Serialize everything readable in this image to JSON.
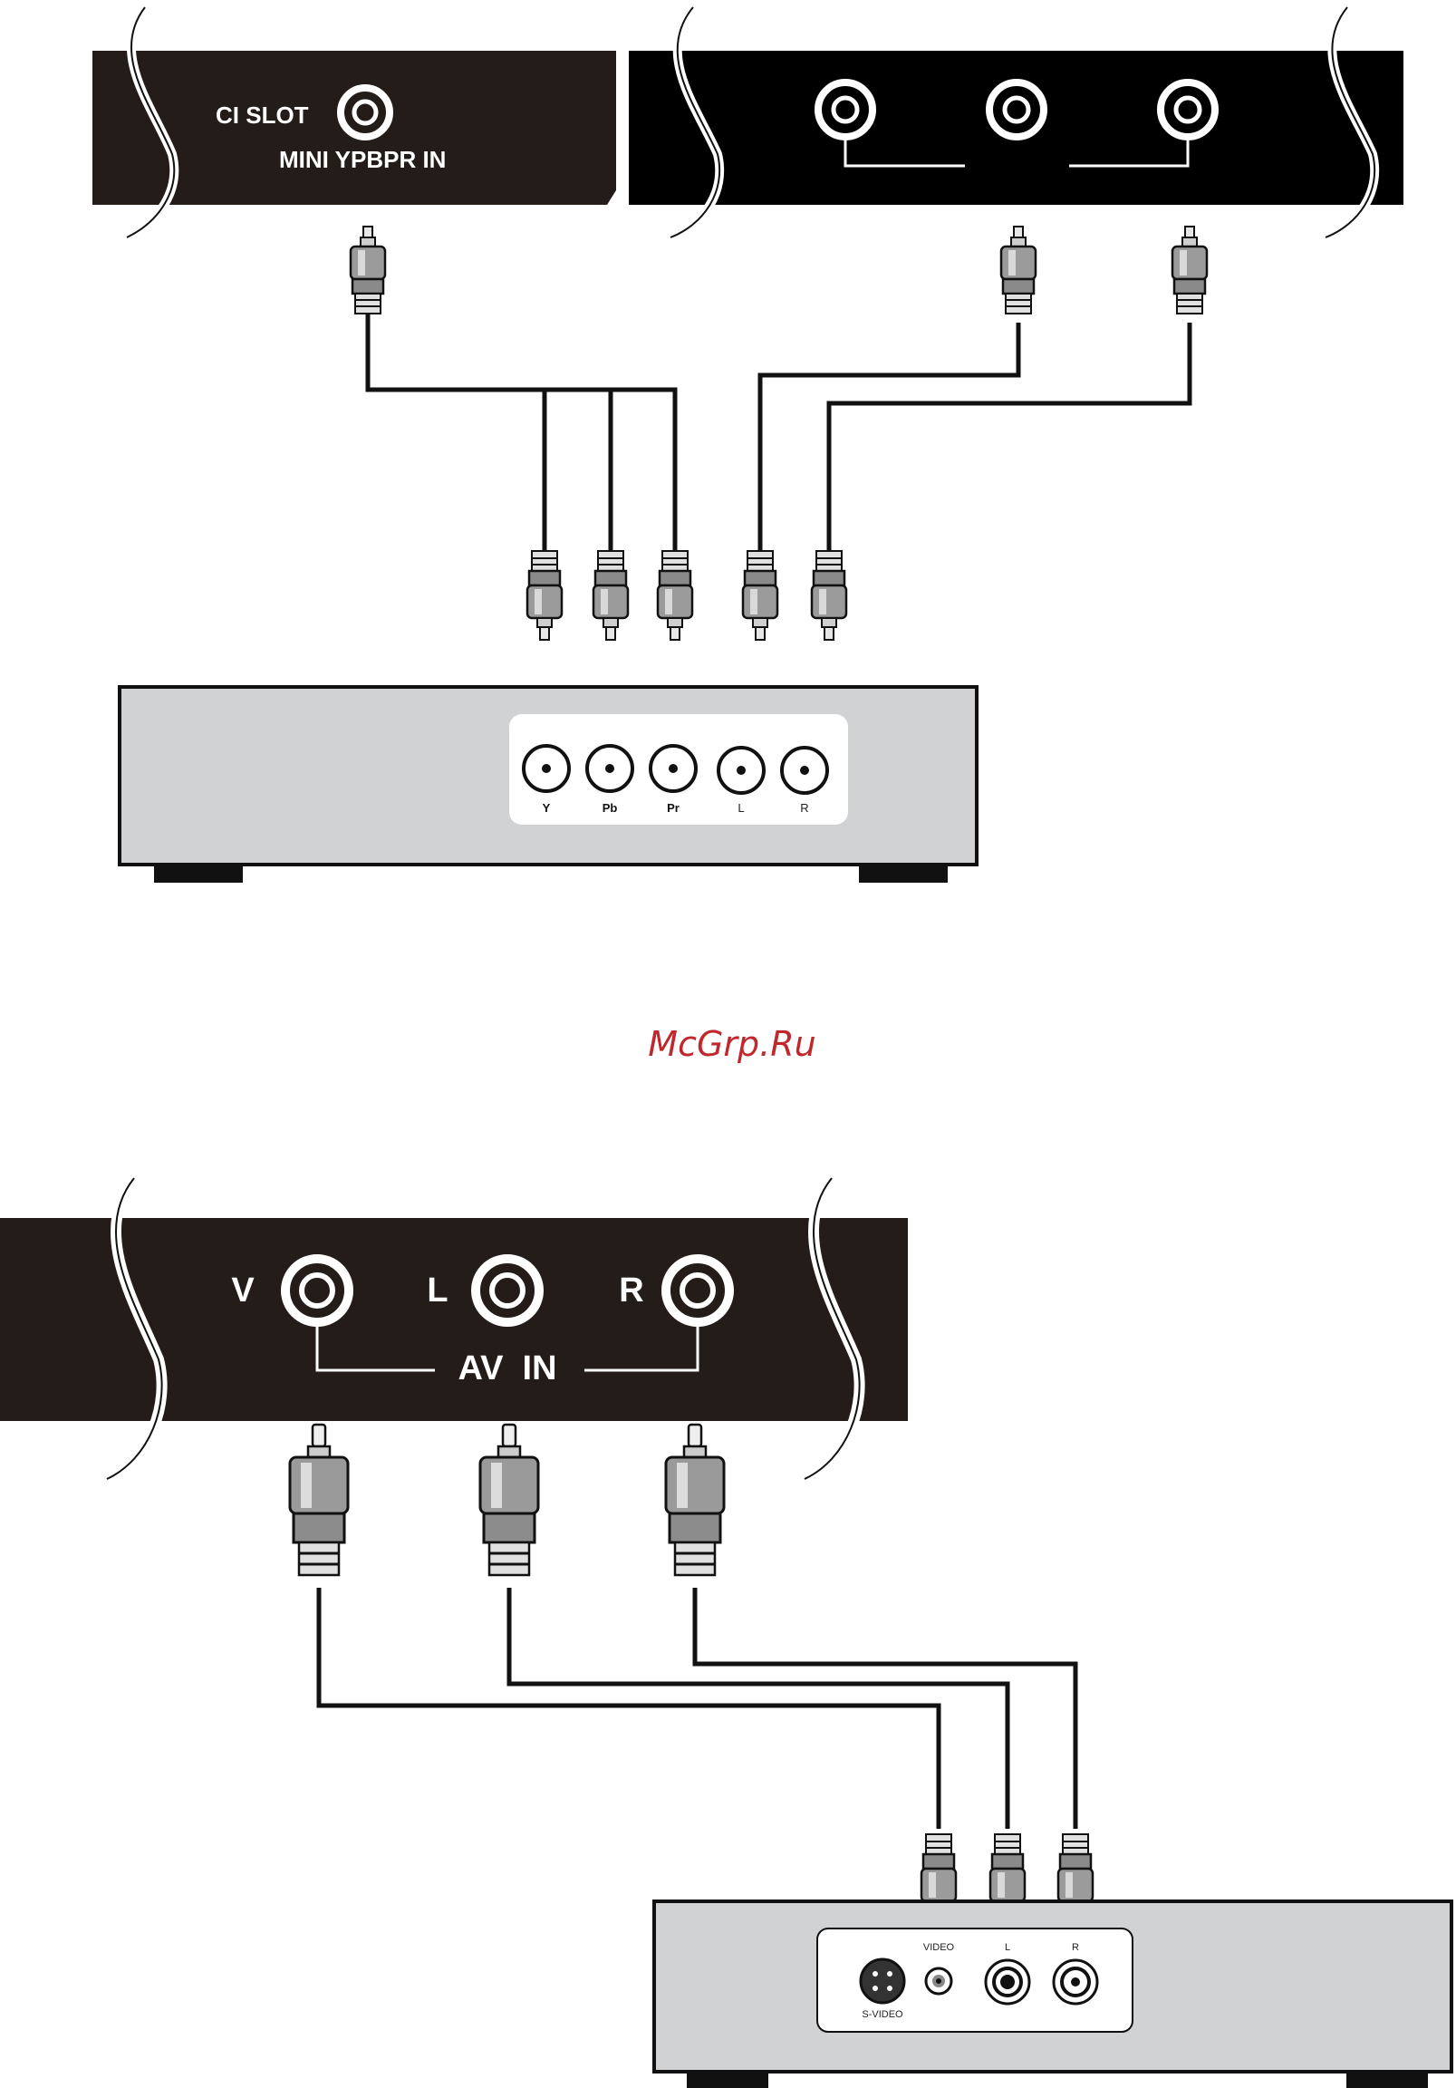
{
  "diagram_top": {
    "tv_left_labels": {
      "ci_slot": "CI SLOT",
      "mini_ypbpr_in": "MINI YPBPR IN"
    },
    "source_jack_labels": [
      "Y",
      "Pb",
      "Pr",
      "L",
      "R"
    ]
  },
  "watermark": {
    "text": "McGrp.Ru",
    "color": "#c0282d"
  },
  "diagram_bottom": {
    "tv_jack_labels": [
      "V",
      "L",
      "R"
    ],
    "av_in_label": "AV  IN",
    "source_jack_labels": {
      "video": "VIDEO",
      "l": "L",
      "r": "R",
      "svideo": "S-VIDEO"
    }
  },
  "colors": {
    "tv_panel": "#231c19",
    "device_body": "#d1d2d4",
    "cable": "#111111"
  }
}
